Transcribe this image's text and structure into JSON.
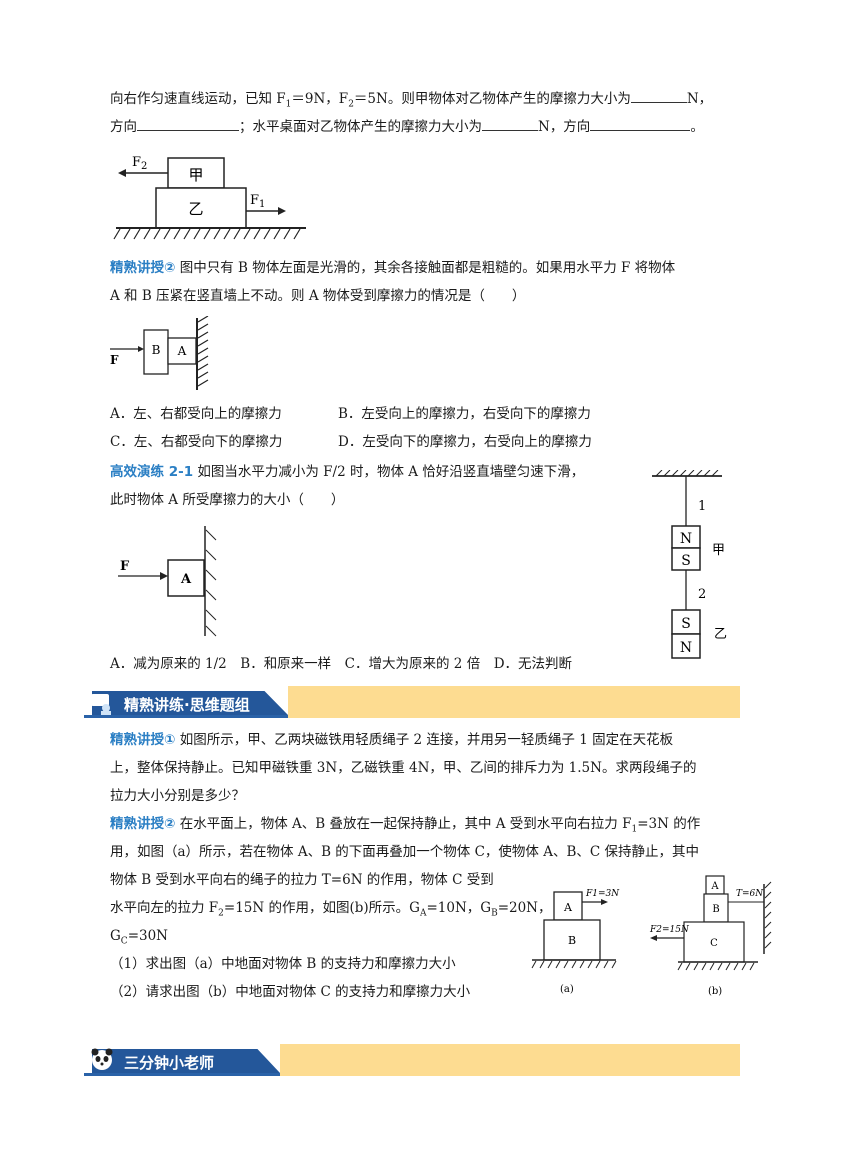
{
  "intro": {
    "line1a": "向右作匀速直线运动，已知 F",
    "line1b": "1",
    "line1c": "＝9N，F",
    "line1d": "2",
    "line1e": "＝5N。则甲物体对乙物体产生的摩擦力大小为",
    "line1f": "N，",
    "line2a": "方向",
    "line2b": "；水平桌面对乙物体产生的摩擦力大小为",
    "line2c": "N，方向",
    "line2d": "。"
  },
  "fig1": {
    "f2": "F",
    "f2sub": "2",
    "top": "甲",
    "bottom": "乙",
    "f1": "F",
    "f1sub": "1"
  },
  "q2": {
    "tag": "精熟讲授②",
    "line1": " 图中只有 B 物体左面是光滑的，其余各接触面都是粗糙的。如果用水平力 F 将物体",
    "line2": "A 和 B 压紧在竖直墙上不动。则 A 物体受到摩擦力的情况是（　　）",
    "fig": {
      "f": "F",
      "b": "B",
      "a": "A"
    },
    "optA": "A．左、右都受向上的摩擦力",
    "optB": "B．左受向上的摩擦力，右受向下的摩擦力",
    "optC": "C．左、右都受向下的摩擦力",
    "optD": "D．左受向下的摩擦力，右受向上的摩擦力"
  },
  "q21": {
    "tag": "高效演练 2-1",
    "line1": " 如图当水平力减小为 F/2 时，物体 A 恰好沿竖直墙壁匀速下滑，",
    "line2": "此时物体 A 所受摩擦力的大小（　　）",
    "fig": {
      "f": "F",
      "a": "A"
    },
    "options": "A．减为原来的 1/2　B．和原来一样　C．增大为原来的 2 倍　D．无法判断"
  },
  "magnet_fig": {
    "rope1": "1",
    "rope2": "2",
    "n1": "N",
    "s1": "S",
    "jia": "甲",
    "s2": "S",
    "n2": "N",
    "yi": "乙"
  },
  "banner1": {
    "title": "精熟讲练·思维题组"
  },
  "p1": {
    "tag": "精熟讲授①",
    "line1": " 如图所示，甲、乙两块磁铁用轻质绳子 2 连接，并用另一轻质绳子 1 固定在天花板",
    "line2": "上，整体保持静止。已知甲磁铁重 3N，乙磁铁重 4N，甲、乙间的排斥力为 1.5N。求两段绳子的",
    "line3": "拉力大小分别是多少？"
  },
  "p2": {
    "tag": "精熟讲授②",
    "line1a": " 在水平面上，物体 A、B 叠放在一起保持静止，其中 A 受到水平向右拉力 F",
    "line1sub": "1",
    "line1b": "=3N 的作",
    "line2": "用，如图（a）所示，若在物体 A、B 的下面再叠加一个物体 C，使物体 A、B、C 保持静止，其中",
    "line3": "物体 B 受到水平向右的绳子的拉力 T=6N 的作用，物体 C 受到",
    "line4a": "水平向左的拉力 F",
    "line4sub": "2",
    "line4b": "=15N 的作用，如图(b)所示。G",
    "line4subA": "A",
    "line4c": "=10N，G",
    "line4subB": "B",
    "line4d": "=20N，",
    "line5a": "G",
    "line5sub": "C",
    "line5b": "=30N",
    "q1": "（1）求出图（a）中地面对物体 B 的支持力和摩擦力大小",
    "q2": "（2）请求出图（b）中地面对物体 C 的支持力和摩擦力大小"
  },
  "fig_ab": {
    "a_force": "F1=3N",
    "a_top": "A",
    "a_bottom": "B",
    "a_caption": "(a)",
    "b_tension": "T=6N",
    "b_force": "F2=15N",
    "b_a": "A",
    "b_b": "B",
    "b_c": "C",
    "b_caption": "(b)"
  },
  "banner2": {
    "title": "三分钟小老师"
  }
}
